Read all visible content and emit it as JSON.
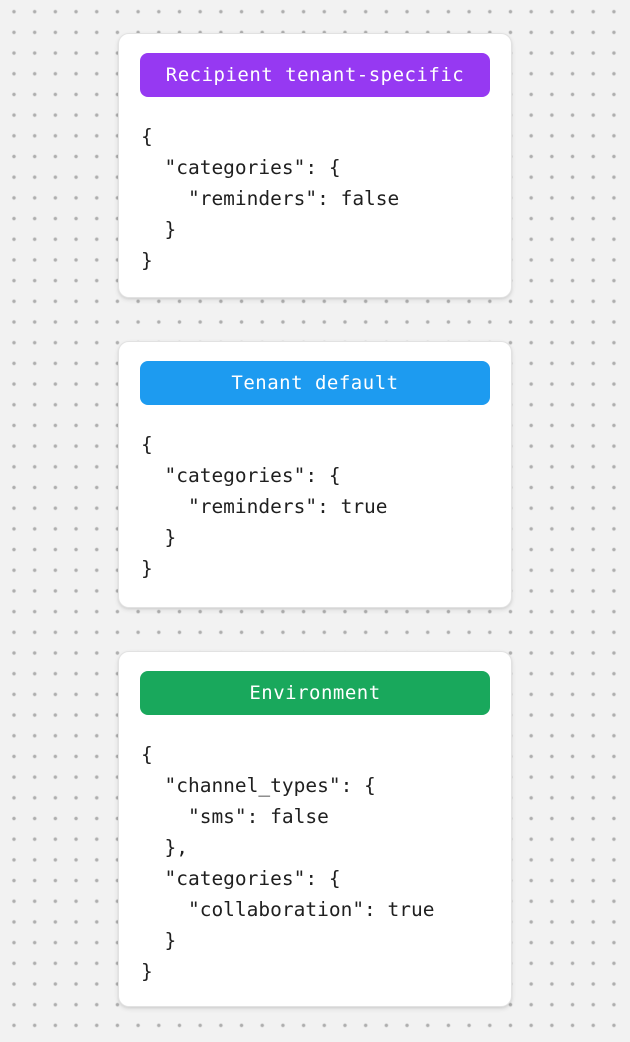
{
  "page": {
    "background_color": "#f2f2f2",
    "dot_color": "#aeaeae",
    "card_background": "#ffffff",
    "code_text_color": "#1f1f1f"
  },
  "cards": [
    {
      "badge": {
        "label": "Recipient tenant-specific",
        "color": "#9639f2",
        "text_color": "#ffffff"
      },
      "code": "{\n  \"categories\": {\n    \"reminders\": false\n  }\n}"
    },
    {
      "badge": {
        "label": "Tenant default",
        "color": "#1d9bf0",
        "text_color": "#ffffff"
      },
      "code": "{\n  \"categories\": {\n    \"reminders\": true\n  }\n}"
    },
    {
      "badge": {
        "label": "Environment",
        "color": "#19a85c",
        "text_color": "#ffffff"
      },
      "code": "{\n  \"channel_types\": {\n    \"sms\": false\n  },\n  \"categories\": {\n    \"collaboration\": true\n  }\n}"
    }
  ]
}
